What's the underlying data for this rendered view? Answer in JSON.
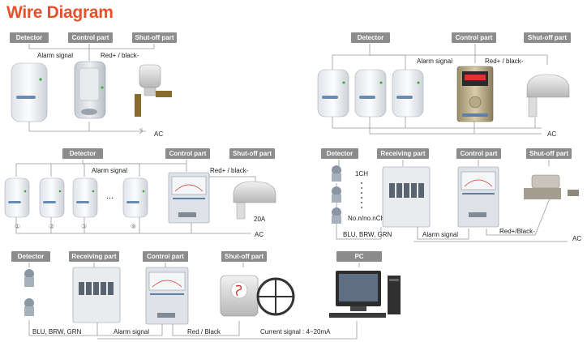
{
  "title": "Wire Diagram",
  "s1": {
    "detector": "Detector",
    "control": "Control part",
    "shutoff": "Shut-off part",
    "alarm": "Alarm signal",
    "redblack": "Red+ / black-",
    "ac": "AC"
  },
  "s2": {
    "detector": "Detector",
    "control": "Control part",
    "shutoff": "Shut-off part",
    "alarm": "Alarm signal",
    "redblack": "Red+ / black-",
    "ac": "AC"
  },
  "s3": {
    "detector": "Detector",
    "control": "Control part",
    "shutoff": "Shut-off part",
    "alarm": "Alarm signal",
    "redblack": "Red+ / black-",
    "ac": "AC",
    "amp": "20A",
    "ellipsis": "...",
    "numbers": [
      "①",
      "②",
      "③",
      "⑨"
    ]
  },
  "s4": {
    "detector": "Detector",
    "receiving": "Receiving part",
    "control": "Control part",
    "shutoff": "Shut-off part",
    "ch1": "1CH",
    "nch": "No.n/no.nCH",
    "wires": "BLU, BRW, GRN",
    "alarm": "Alarm signal",
    "redblack": "Red+/Black-",
    "ac": "AC"
  },
  "s5": {
    "detector": "Detector",
    "receiving": "Receiving part",
    "control": "Control part",
    "shutoff": "Shut-off part",
    "pc": "PC",
    "wires": "BLU, BRW, GRN",
    "alarm": "Alarm signal",
    "redblack": "Red / Black",
    "current": "Current signal : 4~20mA"
  },
  "colors": {
    "title": "#e8502a",
    "header": "#8c8c8c",
    "line": "#999999"
  }
}
